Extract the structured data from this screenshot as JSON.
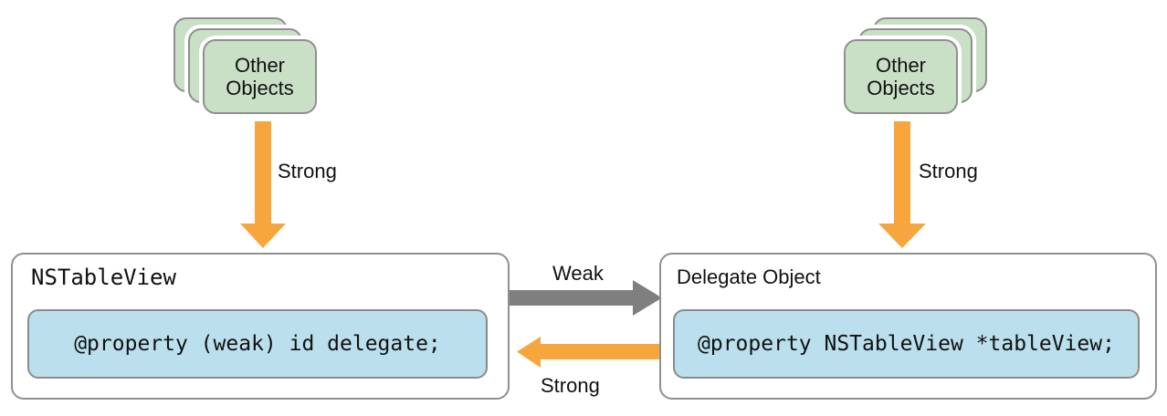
{
  "colors": {
    "strong_arrow_orange": "#F6A63D",
    "weak_arrow_gray": "#7F7F7F",
    "card_green": "#C9E0C7",
    "property_blue": "#BBDFEC",
    "box_border_gray": "#909090"
  },
  "stacks": {
    "left": {
      "label": "Other Objects"
    },
    "right": {
      "label": "Other Objects"
    }
  },
  "arrows": {
    "left_down": {
      "label": "Strong"
    },
    "right_down": {
      "label": "Strong"
    },
    "middle_weak": {
      "label": "Weak"
    },
    "middle_strong": {
      "label": "Strong"
    }
  },
  "boxes": {
    "left": {
      "title": "NSTableView",
      "property": "@property (weak) id delegate;"
    },
    "right": {
      "title": "Delegate Object",
      "property": "@property NSTableView *tableView;"
    }
  }
}
